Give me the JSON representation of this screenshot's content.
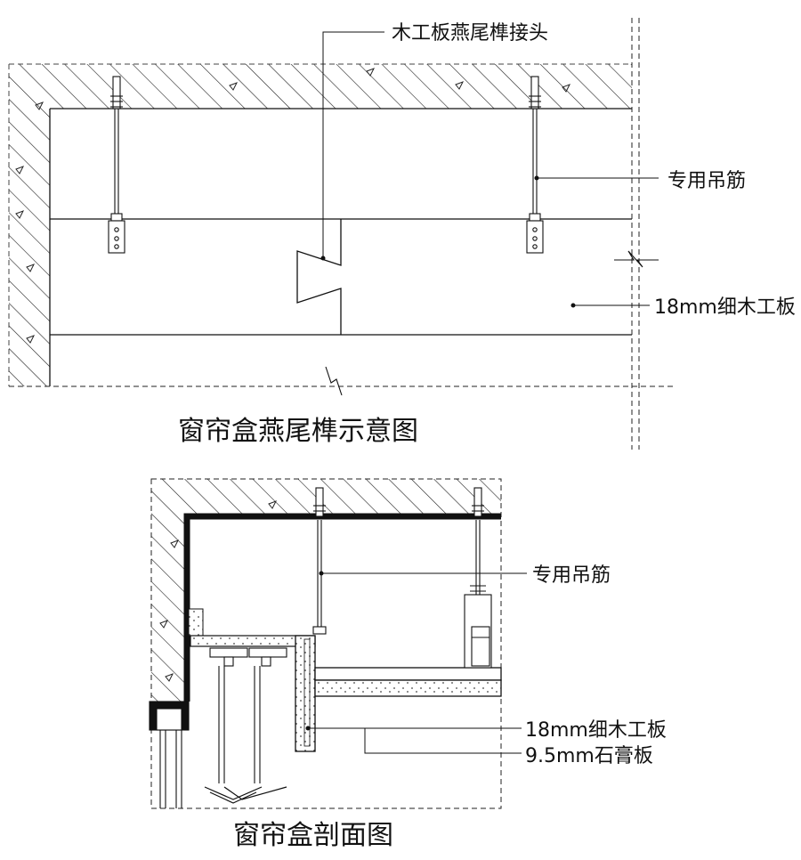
{
  "top_diagram": {
    "title": "窗帘盒燕尾榫示意图",
    "labels": {
      "dovetail_joint": "木工板燕尾榫接头",
      "hanger_rod": "专用吊筋",
      "blockboard": "18mm细木工板"
    }
  },
  "bottom_diagram": {
    "title": "窗帘盒剖面图",
    "labels": {
      "hanger_rod": "专用吊筋",
      "blockboard": "18mm细木工板",
      "gypsum_board": "9.5mm石膏板"
    }
  }
}
